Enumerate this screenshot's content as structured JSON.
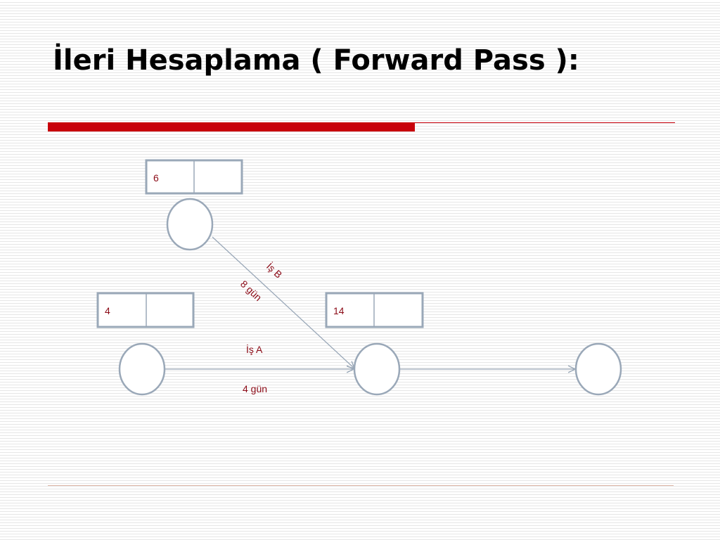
{
  "slide": {
    "title": "İleri Hesaplama ( Forward Pass ):"
  },
  "diagram": {
    "time_boxes": [
      {
        "id": "box-upper",
        "value": "6"
      },
      {
        "id": "box-left",
        "value": "4"
      },
      {
        "id": "box-middle",
        "value": "14"
      }
    ],
    "activities": [
      {
        "id": "activity-b",
        "name": "İş B",
        "duration": "8 gün"
      },
      {
        "id": "activity-a",
        "name": "İş A",
        "duration": "4 gün"
      }
    ]
  },
  "colors": {
    "title_bar": "#c8000a",
    "label_text": "#8b0a16",
    "node_stroke": "#9aa8b8",
    "arrow": "#9aa8b8"
  }
}
